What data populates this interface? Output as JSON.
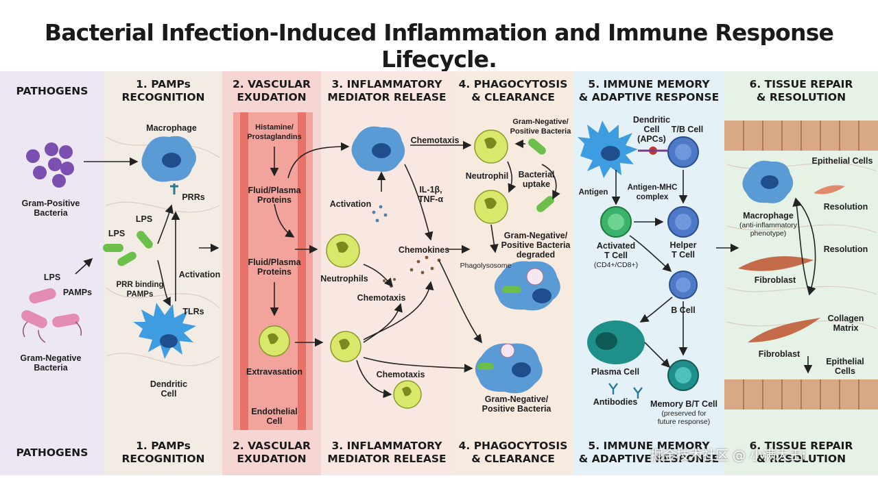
{
  "title": "Bacterial Infection-Induced Inflammation and Immune Response Lifecycle.",
  "stages": [
    {
      "label": "PATHOGENS",
      "color": "#ece7f3"
    },
    {
      "label": "1. PAMPs\nRECOGNITION",
      "color": "#f3ece4"
    },
    {
      "label": "2. VASCULAR\nEXUDATION",
      "color": "#f6d6d2"
    },
    {
      "label": "3. INFLAMMATORY\nMEDIATOR RELEASE",
      "color": "#f9e8e1"
    },
    {
      "label": "4. PHAGOCYTOSIS\n& CLEARANCE",
      "color": "#f7eadf"
    },
    {
      "label": "5. IMMUNE MEMORY\n& ADAPTIVE RESPONSE",
      "color": "#e4f1f6"
    },
    {
      "label": "6. TISSUE REPAIR\n& RESOLUTION",
      "color": "#e7f2e6"
    }
  ],
  "labels": {
    "gram_positive": "Gram-Positive\nBacteria",
    "gram_negative": "Gram-Negative\nBacteria",
    "lps_left": "LPS",
    "pamps": "PAMPs",
    "lps_1a": "LPS",
    "lps_1b": "LPS",
    "macrophage": "Macrophage",
    "prrs": "PRRs",
    "prr_binding": "PRR binding\nPAMPs",
    "activation_1": "Activation",
    "tlrs": "TLRs",
    "dendritic_cell": "Dendritic\nCell",
    "histamine": "Histamine/\nProstaglandins",
    "fluid_plasma_1": "Fluid/Plasma\nProteins",
    "fluid_plasma_2": "Fluid/Plasma\nProteins",
    "extravasation": "Extravasation",
    "endothelial": "Endothelial\nCell",
    "chemotaxis_top": "Chemotaxis",
    "activation_3": "Activation",
    "il_tnf": "IL-1β,\nTNF-α",
    "chemokines": "Chemokines",
    "neutrophils": "Neutrophils",
    "chemotaxis_mid": "Chemotaxis",
    "chemotaxis_low": "Chemotaxis",
    "gram_np_top": "Gram-Negative/\nPositive Bacteria",
    "neutrophil": "Neutrophil",
    "bacterial_uptake": "Bacterial\nuptake",
    "gram_np_degraded": "Gram-Negative/\nPositive Bacteria\ndegraded",
    "phagolysosome": "Phagolysosome",
    "gram_np_bottom": "Gram-Negative/\nPositive Bacteria",
    "dendritic_apcs": "Dendritic\nCell\n(APCs)",
    "tb_cell": "T/B Cell",
    "antigen": "Antigen",
    "antigen_mhc": "Antigen-MHC\ncomplex",
    "activated_t": "Activated\nT Cell",
    "cd4_cd8": "(CD4+/CD8+)",
    "helper_t": "Helper\nT Cell",
    "b_cell": "B Cell",
    "plasma_cell": "Plasma Cell",
    "antibodies": "Antibodies",
    "memory_bt": "Memory B/T Cell",
    "preserved": "(preserved for\nfuture response)",
    "epithelial_top": "Epithelial Cells",
    "macrophage_6": "Macrophage",
    "anti_inflam": "(anti-inflammatory\nphenotype)",
    "resolution_1": "Resolution",
    "resolution_2": "Resolution",
    "fibroblast_1": "Fibroblast",
    "collagen": "Collagen\nMatrix",
    "fibroblast_2": "Fibroblast",
    "epithelial_bottom": "Epithelial\nCells"
  },
  "watermark": "掘金技术社区 @ 小满大王i",
  "colors": {
    "macrophage": "#5b9bd5",
    "neutrophil": "#d9e86a",
    "bacteria_green": "#6cbf4a",
    "bacteria_pink": "#e48bb4",
    "gram_positive": "#7a4fb0",
    "vessel": "#e8726a",
    "tcell": "#3bb36a",
    "bcell": "#4d79c7",
    "plasma": "#1f8f8a",
    "fibroblast": "#c46b4a"
  }
}
